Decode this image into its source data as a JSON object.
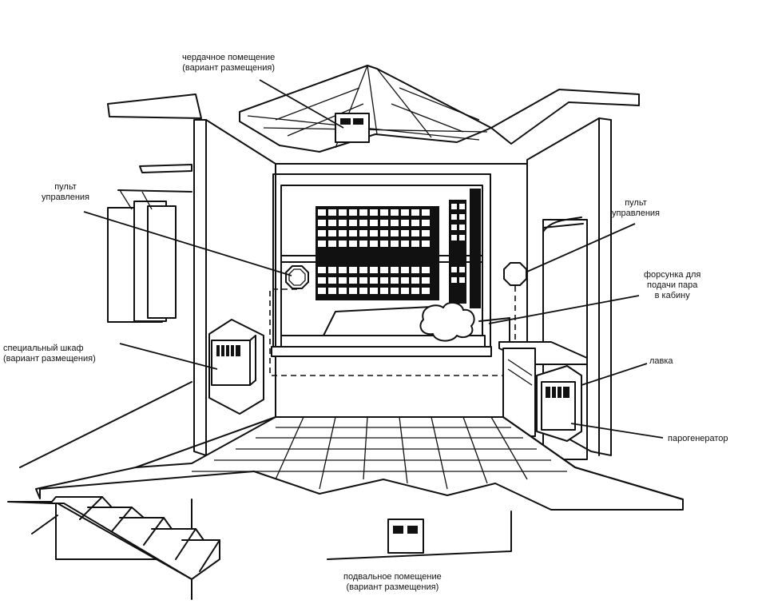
{
  "labels": {
    "attic": {
      "line1": "чердачное помещение",
      "line2": "(вариант размещения)"
    },
    "control_left": {
      "line1": "пульт",
      "line2": "управления"
    },
    "control_right": {
      "line1": "пульт",
      "line2": "управления"
    },
    "nozzle": {
      "line1": "форсунка для",
      "line2": "подачи пара",
      "line3": "в кабину"
    },
    "cabinet": {
      "line1": "специальный шкаф",
      "line2": "(вариант размещения)"
    },
    "bench": {
      "line1": "лавка"
    },
    "generator": {
      "line1": "парогенератор"
    },
    "basement": {
      "line1": "подвальное помещение",
      "line2": "(вариант размещения)"
    }
  }
}
